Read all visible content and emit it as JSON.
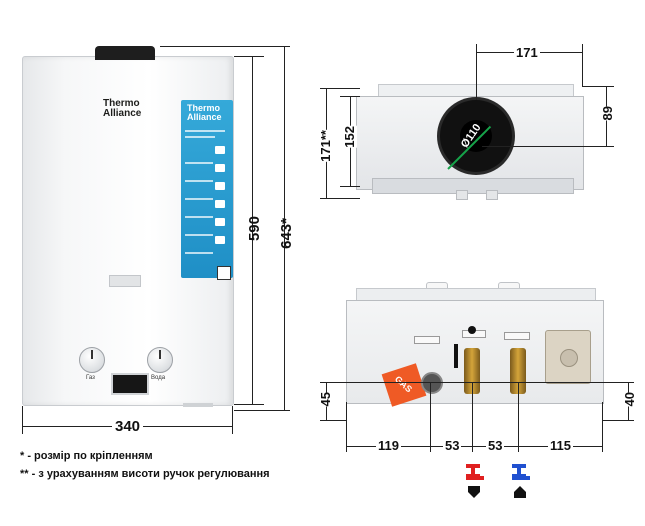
{
  "front": {
    "brand_line1": "Thermo",
    "brand_line2": "Alliance",
    "sticker_brand": "Thermo Alliance",
    "knob_left_label": "Газ",
    "knob_right_label": "Вода"
  },
  "dimensions": {
    "width_front": "340",
    "height_body": "590",
    "height_total": "643*",
    "side_width": "171",
    "side_depth_mount": "171**",
    "side_depth": "152",
    "flue_diameter": "Ø110",
    "side_offset": "89",
    "bottom_left_height": "45",
    "bottom_right_height": "40",
    "spacing_1": "119",
    "spacing_2": "53",
    "spacing_3": "53",
    "spacing_4": "115"
  },
  "bottom": {
    "gas_label": "GAS"
  },
  "notes": {
    "note1": "* - розмір по кріпленням",
    "note2": "** - з урахуванням висоти ручок регулювання"
  },
  "colors": {
    "gas_tag": "#ef5a25",
    "sticker": "#2b9bd0",
    "hot_tap": "#e02020",
    "cold_tap": "#2050d0"
  }
}
